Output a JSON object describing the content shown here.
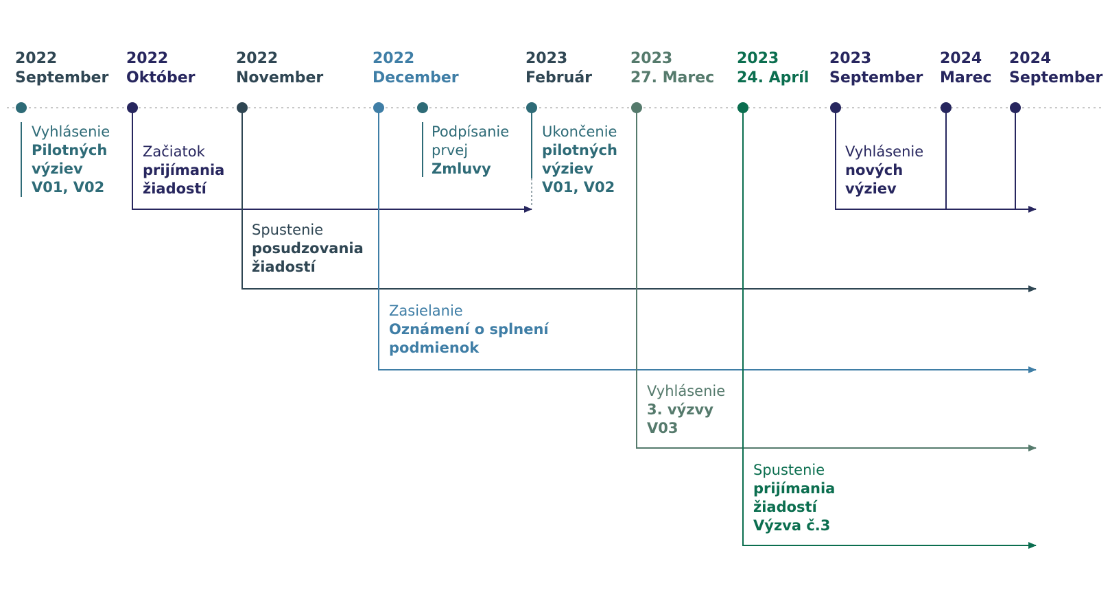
{
  "colors": {
    "teal": "#2e6b77",
    "navy": "#27265e",
    "slate": "#2f4653",
    "blue": "#3f7ea6",
    "sage": "#557a6c",
    "green": "#0b6e4f",
    "dots": "#c8c8c8"
  },
  "milestones": [
    {
      "year": "2022",
      "month": "September",
      "color": "navy_year_teal"
    },
    {
      "year": "2022",
      "month": "Október"
    },
    {
      "year": "2022",
      "month": "November"
    },
    {
      "year": "2022",
      "month": "December"
    },
    {
      "year": "2023",
      "month": "Február"
    },
    {
      "year": "2023",
      "month": "27. Marec"
    },
    {
      "year": "2023",
      "month": "24. Apríl"
    },
    {
      "year": "2023",
      "month": "September"
    },
    {
      "year": "2024",
      "month": "Marec"
    },
    {
      "year": "2024",
      "month": "September"
    }
  ],
  "events": {
    "vyhlasenie_pilot": {
      "line1": "Vyhlásenie",
      "line2": "Pilotných",
      "line3": "výziev",
      "line4": "V01, V02"
    },
    "zaciatok": {
      "line1": "Začiatok",
      "line2": "prijímania",
      "line3": "žiadostí"
    },
    "podpisanie": {
      "line1": "Podpísanie",
      "line2": "prvej",
      "line3": "Zmluvy"
    },
    "ukoncenie": {
      "line1": "Ukončenie",
      "line2": "pilotných",
      "line3": "výziev",
      "line4": "V01, V02"
    },
    "vyhlasenie_novych": {
      "line1": "Vyhlásenie",
      "line2": "nových",
      "line3": "výziev"
    },
    "spustenie_posud": {
      "line1": "Spustenie",
      "line2": "posudzovania",
      "line3": "žiadostí"
    },
    "zasielanie": {
      "line1": "Zasielanie",
      "line2": "Oznámení o splnení",
      "line3": "podmienok"
    },
    "vyhlasenie_3": {
      "line1": "Vyhlásenie",
      "line2": "3. výzvy",
      "line3": "V03"
    },
    "spustenie_prij": {
      "line1": "Spustenie",
      "line2": "prijímania",
      "line3": "žiadostí",
      "line4": "Výzva č.3"
    }
  }
}
